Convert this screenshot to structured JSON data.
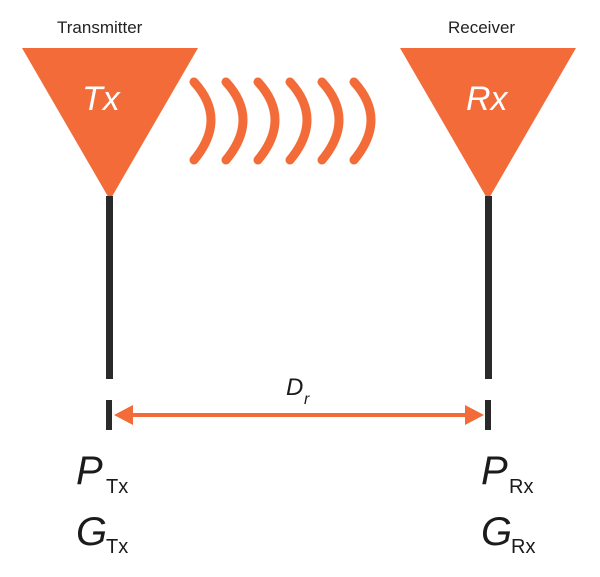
{
  "labels": {
    "transmitter": "Transmitter",
    "receiver": "Receiver",
    "tx_antenna": "Tx",
    "rx_antenna": "Rx",
    "distance_symbol": "D",
    "distance_subscript": "r"
  },
  "transmitter_params": {
    "power_symbol": "P",
    "power_subscript": "Tx",
    "gain_symbol": "G",
    "gain_subscript": "Tx"
  },
  "receiver_params": {
    "power_symbol": "P",
    "power_subscript": "Rx",
    "gain_symbol": "G",
    "gain_subscript": "Rx"
  },
  "colors": {
    "accent": "#F26B38",
    "mast": "#2a2a2a"
  }
}
